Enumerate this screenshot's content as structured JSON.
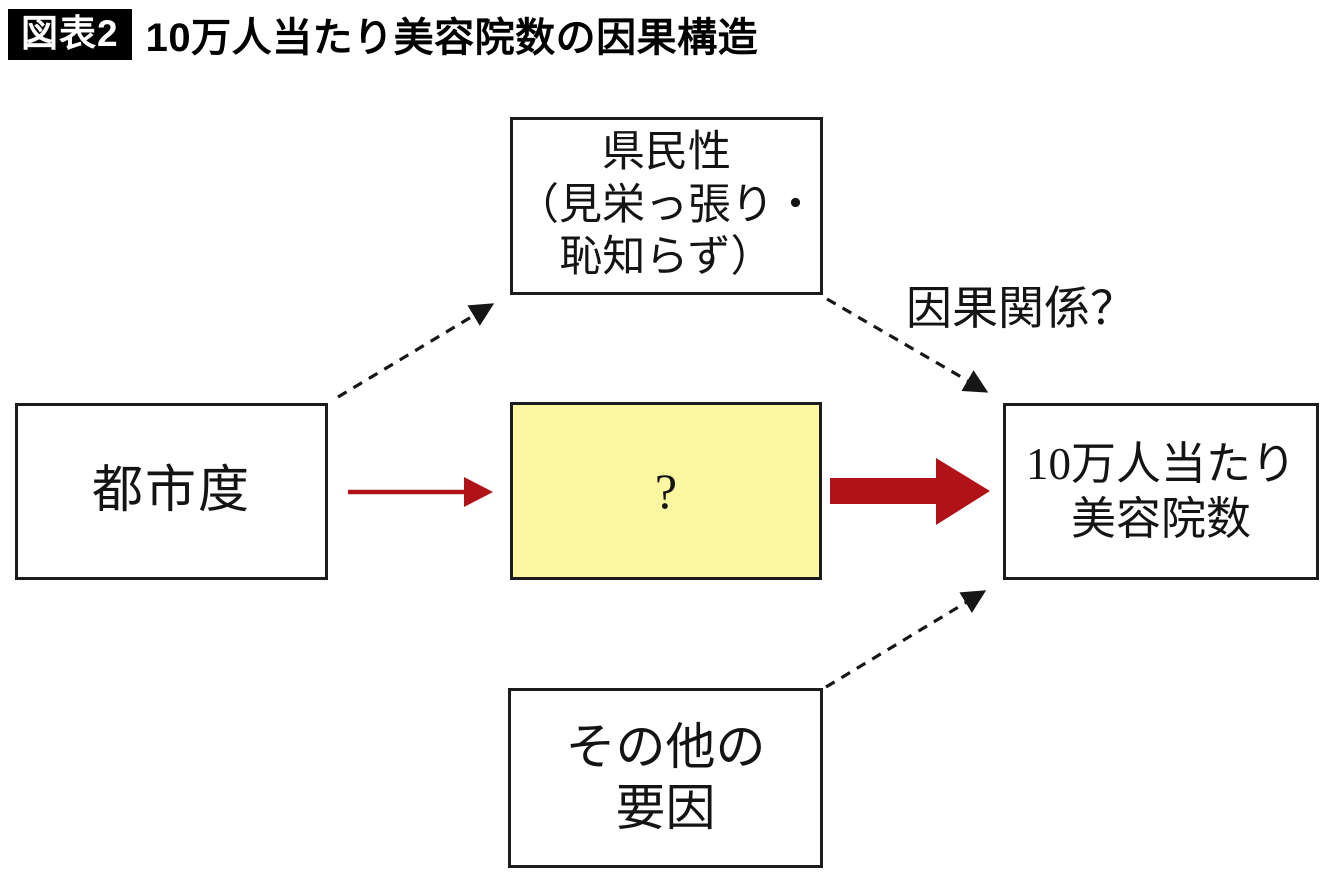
{
  "figure": {
    "badge": "図表2",
    "title": "10万人当たり美容院数の因果構造"
  },
  "nodes": {
    "prefectural_character": {
      "line1": "県民性",
      "line2": "（見栄っ張り・",
      "line3": "恥知らず）"
    },
    "urbanization": {
      "label": "都市度"
    },
    "unknown": {
      "label": "?"
    },
    "salon_count": {
      "line1": "10万人当たり",
      "line2": "美容院数"
    },
    "other_factors": {
      "line1": "その他の",
      "line2": "要因"
    }
  },
  "annotations": {
    "causal_question": "因果関係？"
  },
  "edges": [
    {
      "from": "都市度",
      "to": "県民性（見栄っ張り・恥知らず）",
      "style": "dashed-black"
    },
    {
      "from": "県民性（見栄っ張り・恥知らず）",
      "to": "10万人当たり美容院数",
      "style": "dashed-black",
      "label": "因果関係？"
    },
    {
      "from": "都市度",
      "to": "?",
      "style": "solid-red-thin"
    },
    {
      "from": "?",
      "to": "10万人当たり美容院数",
      "style": "solid-red-thick"
    },
    {
      "from": "その他の要因",
      "to": "10万人当たり美容院数",
      "style": "dashed-black"
    }
  ],
  "colors": {
    "arrow_red": "#b11218",
    "unknown_fill": "#faf7a0",
    "line_black": "#161616",
    "badge_bg": "#000000",
    "badge_text": "#ffffff"
  }
}
